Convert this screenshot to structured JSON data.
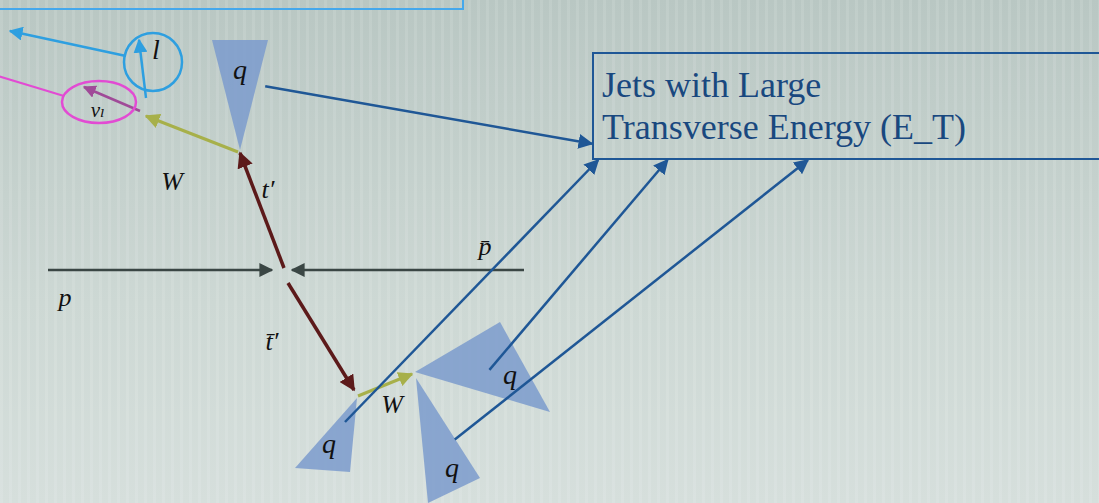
{
  "diagram": {
    "nodes": [
      {
        "text": [
          "l"
        ]
      },
      {
        "text": [
          "νₗ"
        ]
      },
      {
        "text": [
          "q"
        ]
      },
      {
        "text": [
          "Jets with Large Transverse Energy (E_T)"
        ]
      },
      {
        "text": [
          "q"
        ]
      },
      {
        "text": [
          "q"
        ]
      },
      {
        "text": [
          "q"
        ]
      }
    ],
    "edges": [
      {
        "from": 2,
        "to": 3,
        "arrow": "to"
      },
      {
        "from": 4,
        "to": 3,
        "arrow": "to"
      },
      {
        "from": 5,
        "to": 3,
        "arrow": "to"
      },
      {
        "from": 6,
        "to": 3,
        "arrow": "to"
      }
    ],
    "labels": [
      "W",
      "t′",
      "p",
      "p̄",
      "t̄′",
      "W"
    ]
  }
}
